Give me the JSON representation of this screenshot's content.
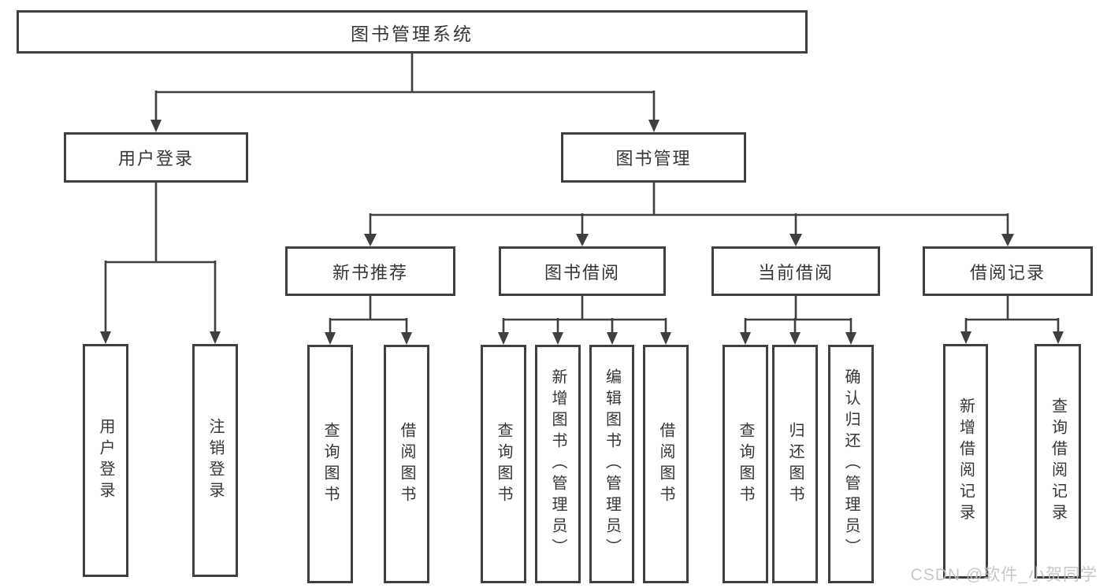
{
  "colors": {
    "line": "#3f3f3f",
    "text": "#363636",
    "watermark": "#c2c2c2"
  },
  "watermark": {
    "text": "CSDN @软件_小贺同学"
  },
  "tree": {
    "root": {
      "label": "图书管理系统",
      "children": [
        {
          "label": "用户登录",
          "children": [
            {
              "label": "用户登录"
            },
            {
              "label": "注销登录"
            }
          ]
        },
        {
          "label": "图书管理",
          "children": [
            {
              "label": "新书推荐",
              "children": [
                {
                  "label": "查询图书"
                },
                {
                  "label": "借阅图书"
                }
              ]
            },
            {
              "label": "图书借阅",
              "children": [
                {
                  "label": "查询图书"
                },
                {
                  "label": "新增图书（管理员）"
                },
                {
                  "label": "编辑图书（管理员）"
                },
                {
                  "label": "借阅图书"
                }
              ]
            },
            {
              "label": "当前借阅",
              "children": [
                {
                  "label": "查询图书"
                },
                {
                  "label": "归还图书"
                },
                {
                  "label": "确认归还（管理员）"
                }
              ]
            },
            {
              "label": "借阅记录",
              "children": [
                {
                  "label": "新增借阅记录"
                },
                {
                  "label": "查询借阅记录"
                }
              ]
            }
          ]
        }
      ]
    }
  }
}
